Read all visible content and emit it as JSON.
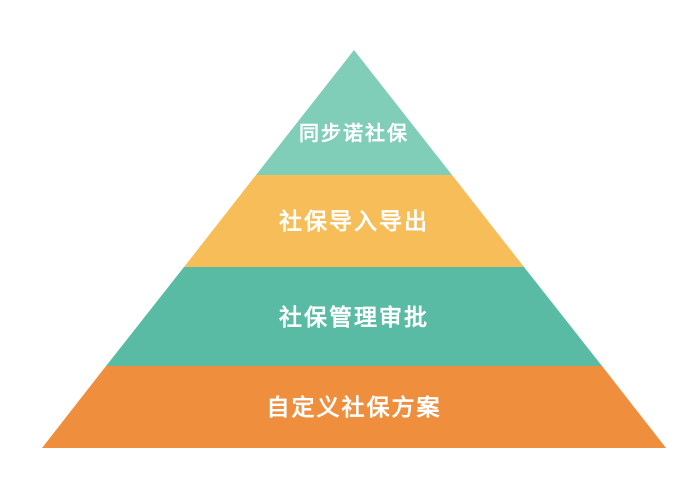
{
  "page": {
    "background_color": "#FFFFFF"
  },
  "pyramid": {
    "type": "pyramid-diagram",
    "levels_count": 4,
    "text_color": "#FFFFFF",
    "layers": [
      {
        "label": "同步诺社保",
        "color": "#80CDB8",
        "position": "top"
      },
      {
        "label": "社保导入导出",
        "color": "#F6BD59",
        "position": "upper-middle"
      },
      {
        "label": "社保管理审批",
        "color": "#5ABBA4",
        "position": "lower-middle"
      },
      {
        "label": "自定义社保方案",
        "color": "#EF8F3D",
        "position": "bottom"
      }
    ]
  }
}
